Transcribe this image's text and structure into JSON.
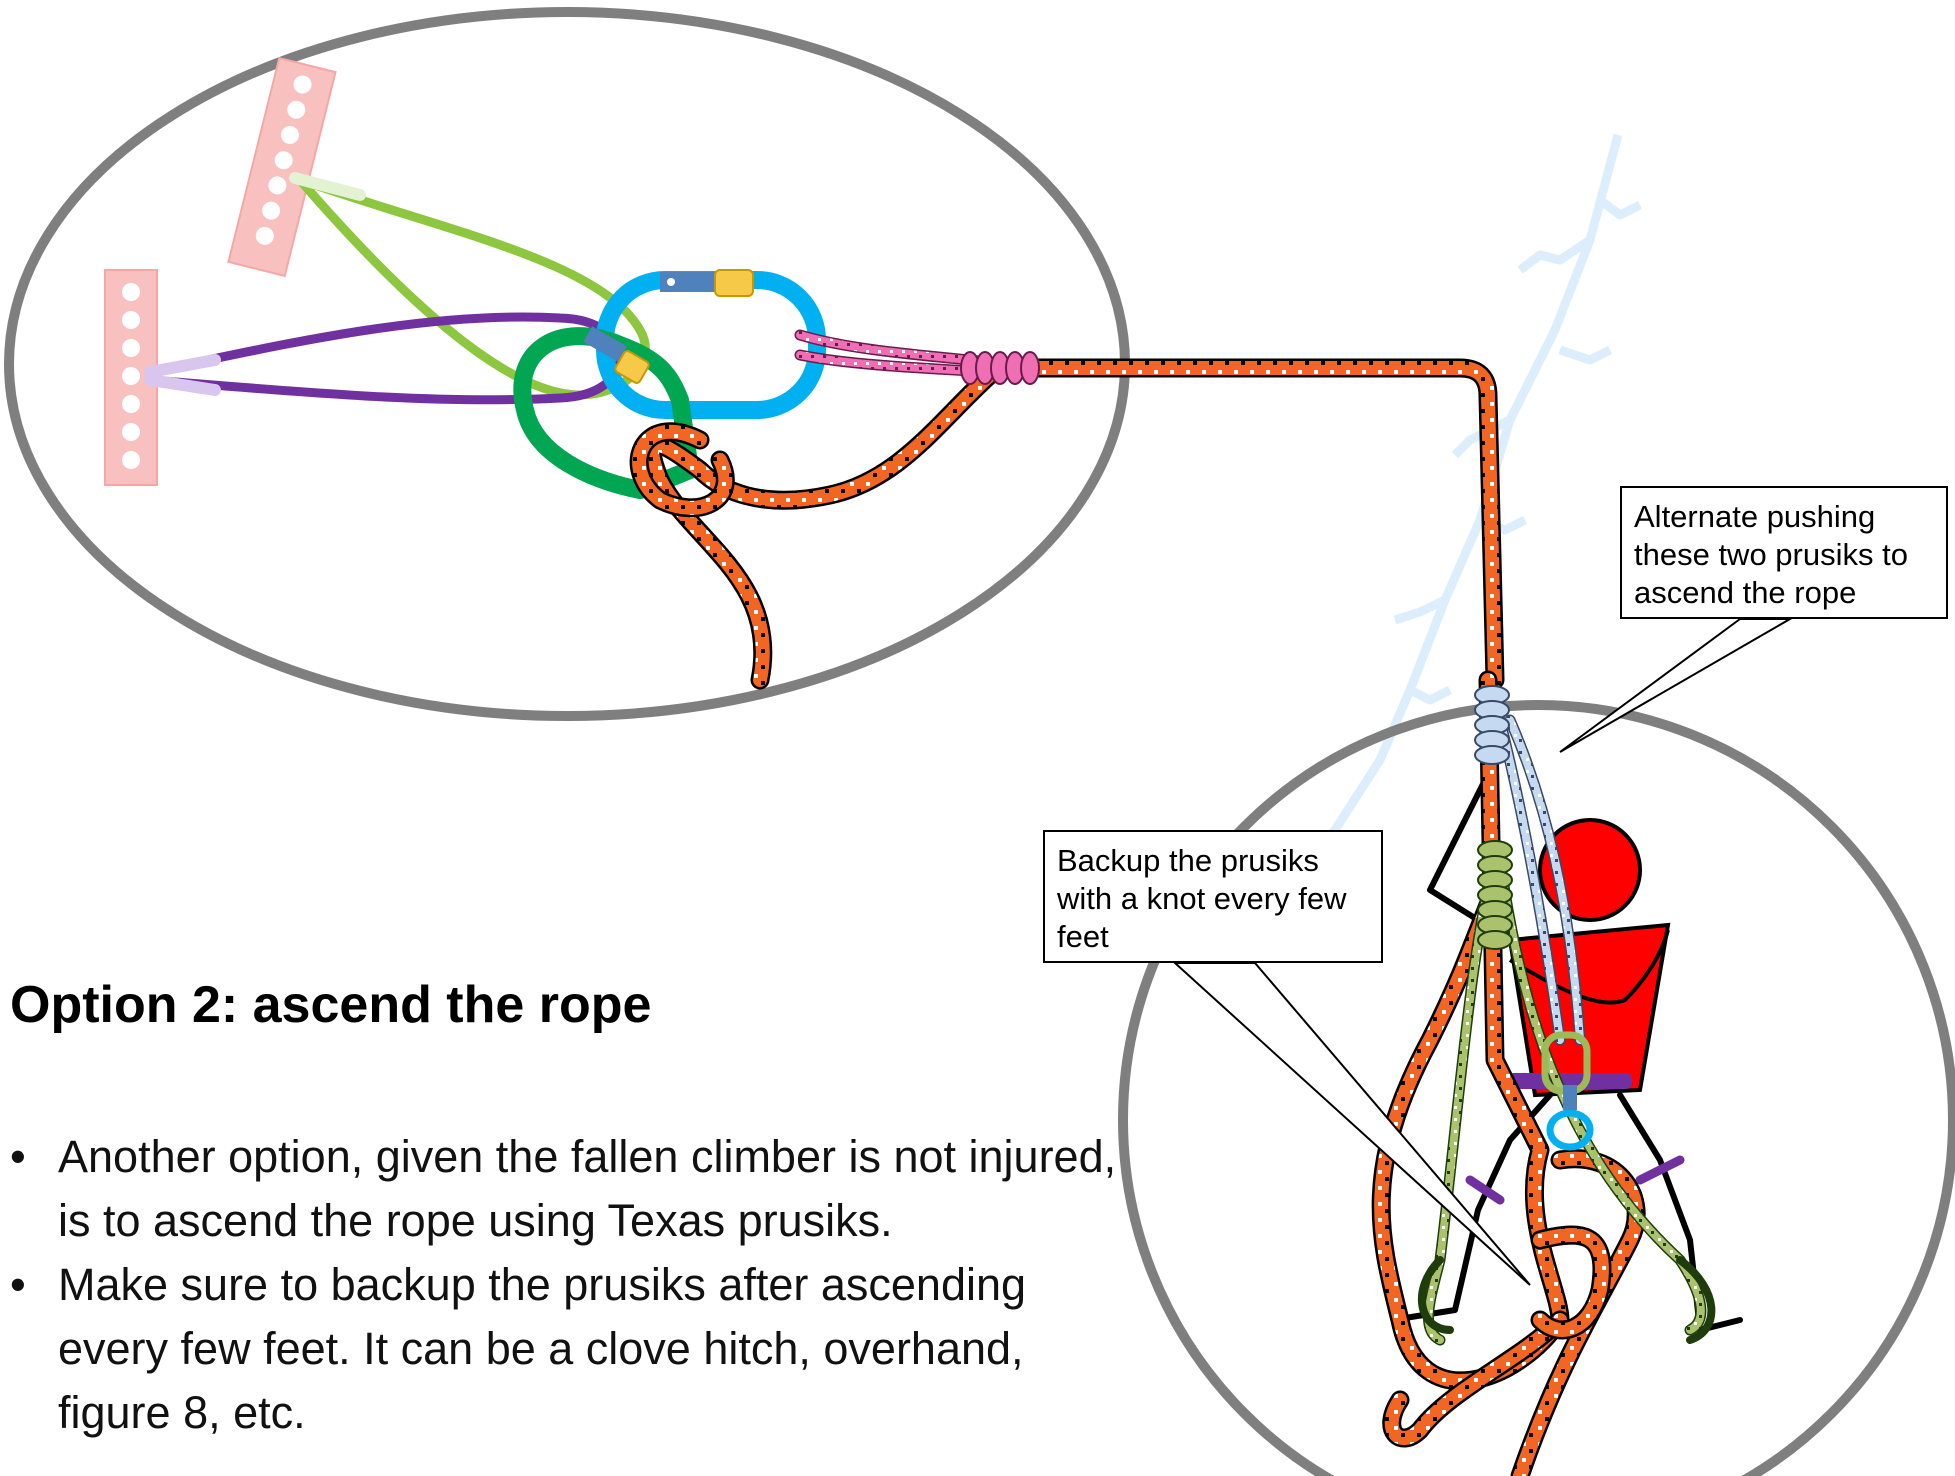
{
  "slide": {
    "heading": "Option 2: ascend the rope",
    "bullets": [
      "Another option, given the fallen climber is not injured, is to ascend the rope using Texas prusiks.",
      "Make sure to backup the prusiks after ascending every few feet. It can be a clove hitch, overhand, figure 8, etc."
    ]
  },
  "callouts": {
    "alternate": "Alternate pushing these two prusiks to ascend the rope",
    "backup": "Backup the prusiks with a knot every few feet"
  },
  "colors": {
    "main_rope": "#f26522",
    "anchor_bolt": "#f9c0c0",
    "sling_green_light": "#8dc63f",
    "sling_purple": "#7030a0",
    "carabiner_blue": "#00b0f0",
    "carabiner_green": "#00a651",
    "prusik_pink": "#f06eb4",
    "prusik_light_blue": "#c5d9f1",
    "prusik_green": "#9bbb59",
    "climber_red": "#ff0000",
    "circle_gray": "#7f7f7f",
    "wall_outline": "#dceefc"
  },
  "icons": [
    "anchor-bolt-icon",
    "carabiner-icon",
    "climber-figure-icon",
    "rope-icon"
  ]
}
